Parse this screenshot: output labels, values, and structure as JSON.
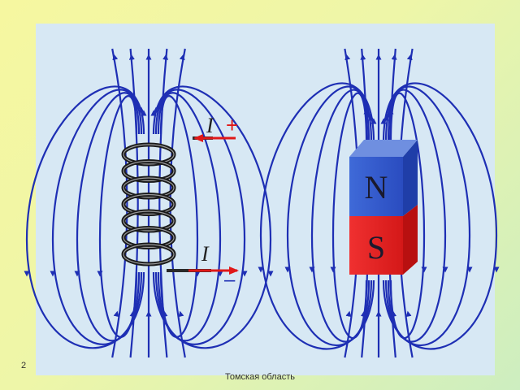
{
  "labels": {
    "current_top": "I",
    "current_bottom": "I",
    "plus_sign": "+",
    "minus_sign": "–",
    "north_pole": "N",
    "south_pole": "S"
  },
  "footer": {
    "page_number": "2",
    "region": "Томская область"
  },
  "colors": {
    "field_lines": "#1e2fb4",
    "current_arrow": "#e01818",
    "magnet_north": "#2d56c8",
    "magnet_south": "#e02020",
    "panel": "#d7e8f4"
  }
}
